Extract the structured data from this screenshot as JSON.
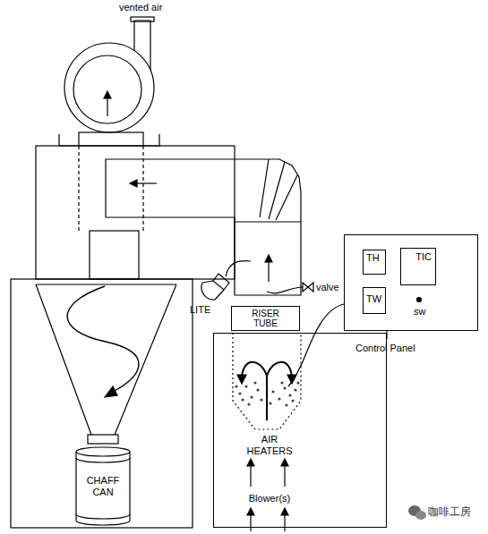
{
  "diagram": {
    "nodes": [
      {
        "text": [
          "Control Panel"
        ]
      },
      {
        "text": [
          "TH"
        ],
        "in": 0
      },
      {
        "text": [
          "TIC"
        ],
        "in": 0
      },
      {
        "text": [
          "TW"
        ],
        "in": 0
      },
      {
        "text": [
          "RISER TUBE"
        ]
      },
      {
        "text": [
          "AIR HEATERS",
          "Blower(s)"
        ]
      },
      {
        "text": [
          "CHAFF CAN"
        ]
      }
    ],
    "labels": [
      "vented air",
      "LITE",
      "valve",
      "sw",
      "咖啡工房"
    ]
  }
}
